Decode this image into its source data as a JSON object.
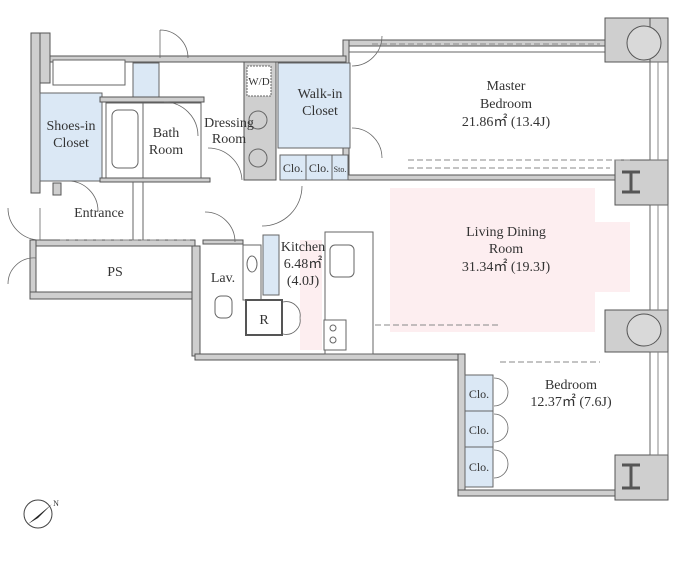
{
  "floorplan": {
    "rooms": {
      "master_bedroom": {
        "name_line1": "Master",
        "name_line2": "Bedroom",
        "area": "21.86㎡ (13.4J)"
      },
      "living_dining": {
        "name_line1": "Living Dining",
        "name_line2": "Room",
        "area": "31.34㎡ (19.3J)"
      },
      "bedroom": {
        "name": "Bedroom",
        "area": "12.37㎡ (7.6J)"
      },
      "kitchen": {
        "name": "Kitchen",
        "area_line1": "6.48㎡",
        "area_line2": "(4.0J)"
      },
      "walk_in_closet": {
        "name_line1": "Walk-in",
        "name_line2": "Closet"
      },
      "shoes_in_closet": {
        "name_line1": "Shoes-in",
        "name_line2": "Closet"
      },
      "bath_room": {
        "name_line1": "Bath",
        "name_line2": "Room"
      },
      "dressing_room": {
        "name_line1": "Dressing",
        "name_line2": "Room"
      },
      "entrance": {
        "name": "Entrance"
      },
      "ps": {
        "name": "PS"
      },
      "lavatory": {
        "name": "Lav."
      },
      "refrigerator": {
        "name": "R"
      },
      "washer_dryer": {
        "name": "W/D"
      },
      "closets": {
        "clo": "Clo.",
        "sto": "Sto."
      }
    },
    "compass": {
      "label": "N"
    },
    "colors": {
      "closet": "#dbe8f5",
      "living_highlight": "#fdeef0",
      "wall": "#cfcfcf"
    }
  }
}
